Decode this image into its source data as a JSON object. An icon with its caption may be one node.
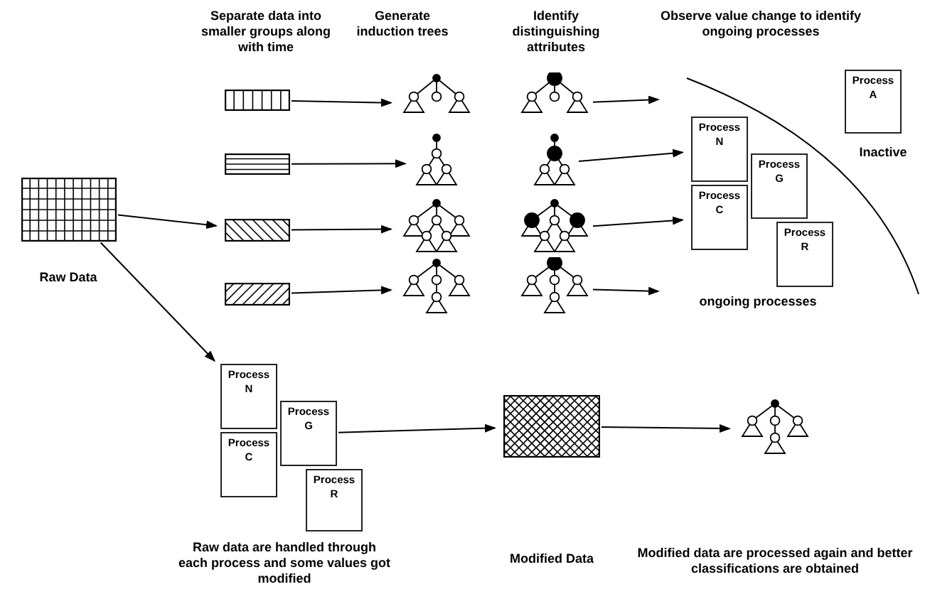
{
  "diagram": {
    "nodes": [
      {
        "text": [],
        "shape": "box",
        "beside": [
          "Raw Data"
        ]
      },
      {
        "text": [],
        "shape": "box"
      },
      {
        "text": [],
        "shape": "box"
      },
      {
        "text": [],
        "shape": "box"
      },
      {
        "text": [],
        "shape": "box"
      },
      {
        "text": [],
        "shape": "picture"
      },
      {
        "text": [],
        "shape": "picture"
      },
      {
        "text": [],
        "shape": "picture"
      },
      {
        "text": [],
        "shape": "picture"
      },
      {
        "text": [],
        "shape": "picture"
      },
      {
        "text": [],
        "shape": "picture"
      },
      {
        "text": [],
        "shape": "picture"
      },
      {
        "text": [],
        "shape": "picture"
      },
      {
        "text": [
          "Process A"
        ],
        "beside": [
          "Inactive"
        ]
      },
      {
        "text": [
          "Process N"
        ]
      },
      {
        "text": [
          "Process G"
        ]
      },
      {
        "text": [
          "Process C"
        ]
      },
      {
        "text": [
          "Process R"
        ]
      },
      {
        "text": [
          "Process N"
        ]
      },
      {
        "text": [
          "Process G"
        ]
      },
      {
        "text": [
          "Process C"
        ]
      },
      {
        "text": [
          "Process R"
        ]
      },
      {
        "text": [],
        "shape": "box"
      },
      {
        "text": [],
        "shape": "picture"
      }
    ],
    "edges": [
      {
        "from": 0,
        "to": 3,
        "arrow": "to"
      },
      {
        "from": 1,
        "to": 5,
        "arrow": "to"
      },
      {
        "from": 2,
        "to": 6,
        "arrow": "to"
      },
      {
        "from": 3,
        "to": 7,
        "arrow": "to"
      },
      {
        "from": 4,
        "to": 8,
        "arrow": "to"
      },
      {
        "from": 9,
        "to": null,
        "arrow": "to"
      },
      {
        "from": 10,
        "to": 14,
        "arrow": "to"
      },
      {
        "from": 11,
        "to": 16,
        "arrow": "to"
      },
      {
        "from": 12,
        "to": null,
        "arrow": "to"
      },
      {
        "from": 0,
        "to": 18,
        "arrow": "to"
      },
      {
        "from": 19,
        "to": 22,
        "arrow": "to"
      },
      {
        "from": 22,
        "to": 23,
        "arrow": "to"
      }
    ],
    "labels": [
      "Separate data into smaller groups along with time",
      "Generate induction trees",
      "Identify distinguishing attributes",
      "Observe value change to identify ongoing processes",
      "ongoing processes",
      "Raw data are handled through each process and some values got modified",
      "Modified Data",
      "Modified data are processed again and better classifications are obtained"
    ]
  }
}
